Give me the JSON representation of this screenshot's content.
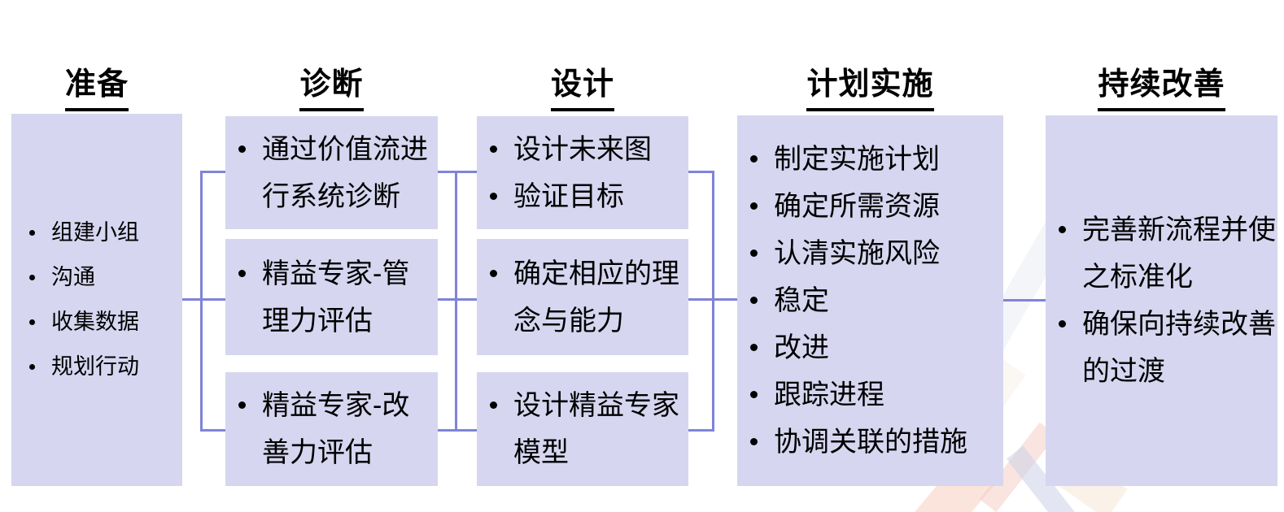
{
  "colors": {
    "box_fill": "#d6d6f0",
    "connector": "#7f83d8",
    "title_text": "#000000",
    "bullet_text": "#000000",
    "watermark_peach": "#f5cdbd",
    "watermark_blue": "#ccd2e8",
    "watermark_cream": "#f7ead8"
  },
  "columns": [
    {
      "title": "准备",
      "boxes": [
        {
          "items": [
            {
              "lines": [
                "组建小组"
              ]
            },
            {
              "lines": [
                "沟通"
              ]
            },
            {
              "lines": [
                "收集数据"
              ]
            },
            {
              "lines": [
                "规划行动"
              ]
            }
          ]
        }
      ]
    },
    {
      "title": "诊断",
      "boxes": [
        {
          "items": [
            {
              "lines": [
                "通过价值流进",
                "行系统诊断"
              ]
            }
          ]
        },
        {
          "items": [
            {
              "lines": [
                "精益专家-管",
                "理力评估"
              ]
            }
          ]
        },
        {
          "items": [
            {
              "lines": [
                "精益专家-改",
                "善力评估"
              ]
            }
          ]
        }
      ]
    },
    {
      "title": "设计",
      "boxes": [
        {
          "items": [
            {
              "lines": [
                "设计未来图"
              ]
            },
            {
              "lines": [
                "验证目标"
              ]
            }
          ]
        },
        {
          "items": [
            {
              "lines": [
                "确定相应的理",
                "念与能力"
              ]
            }
          ]
        },
        {
          "items": [
            {
              "lines": [
                "设计精益专家",
                "模型"
              ]
            }
          ]
        }
      ]
    },
    {
      "title": "计划实施",
      "boxes": [
        {
          "items": [
            {
              "lines": [
                "制定实施计划"
              ]
            },
            {
              "lines": [
                "确定所需资源"
              ]
            },
            {
              "lines": [
                "认清实施风险"
              ]
            },
            {
              "lines": [
                "稳定"
              ]
            },
            {
              "lines": [
                "改进"
              ]
            },
            {
              "lines": [
                "跟踪进程"
              ]
            },
            {
              "lines": [
                "协调关联的措施"
              ]
            }
          ]
        }
      ]
    },
    {
      "title": "持续改善",
      "boxes": [
        {
          "items": [
            {
              "lines": [
                "完善新流程并使",
                "之标准化"
              ]
            },
            {
              "lines": [
                "确保向持续改善",
                "的过渡"
              ]
            }
          ]
        }
      ]
    }
  ]
}
